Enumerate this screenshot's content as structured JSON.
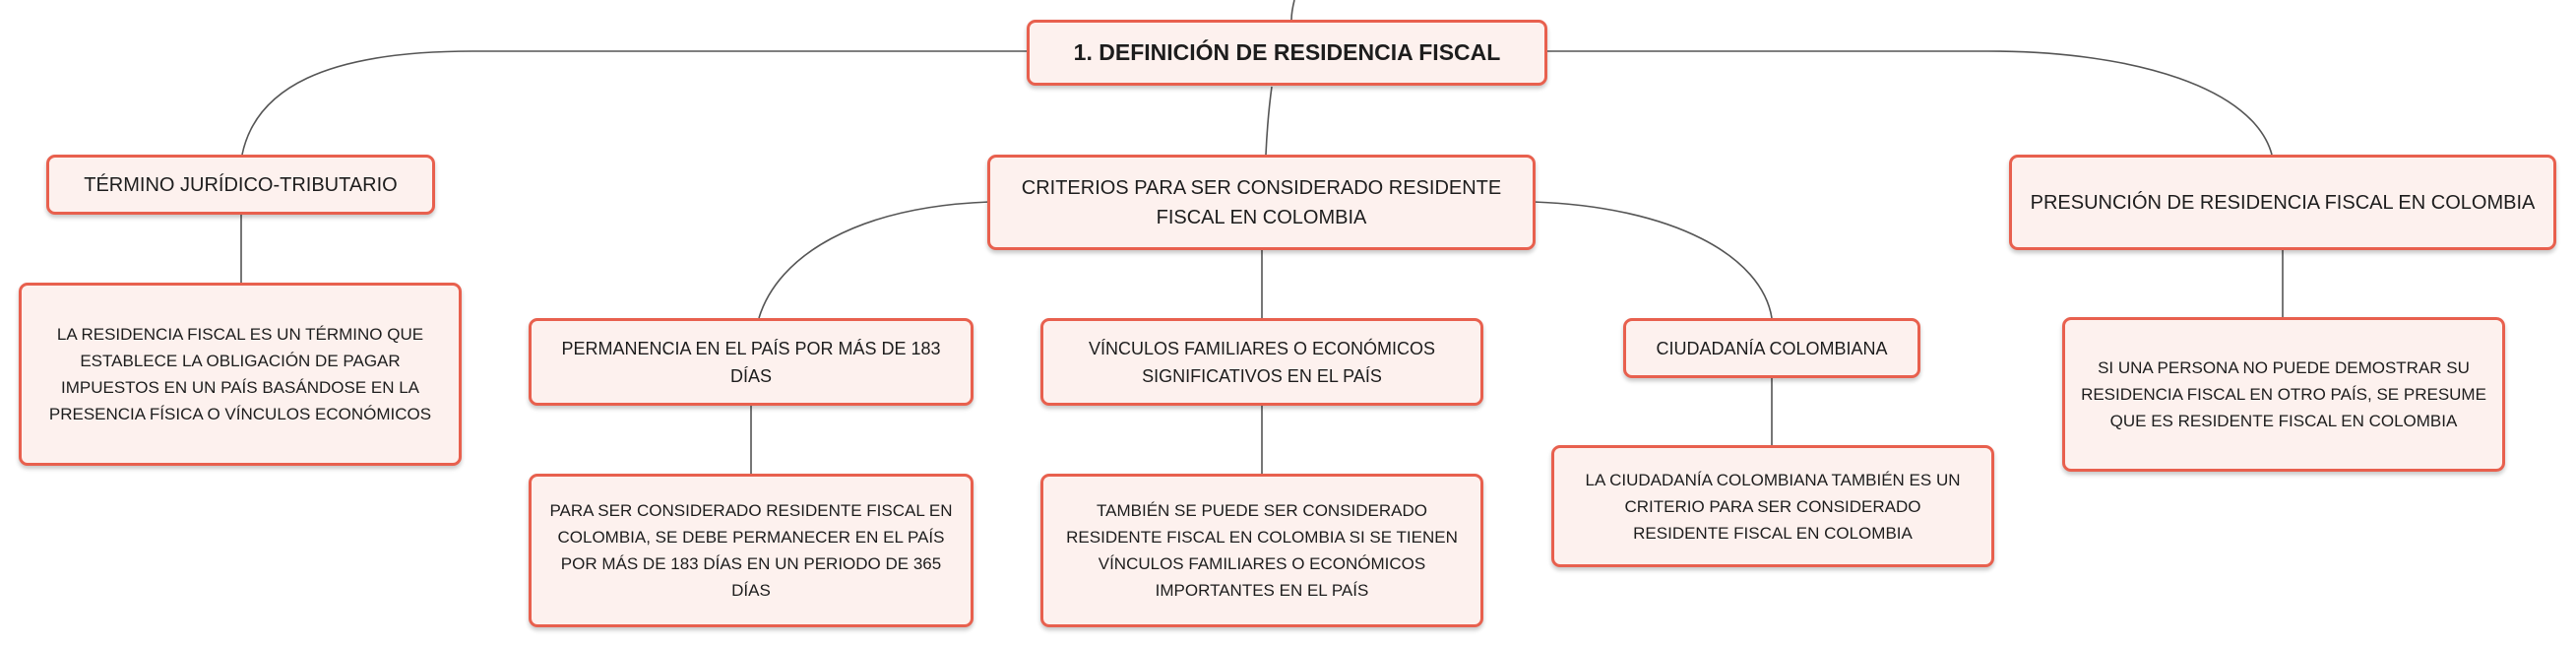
{
  "root": {
    "label": "1. DEFINICIÓN DE RESIDENCIA FISCAL"
  },
  "branches": {
    "termino": {
      "label": "TÉRMINO JURÍDICO-TRIBUTARIO",
      "detail": "LA RESIDENCIA FISCAL ES UN TÉRMINO QUE ESTABLECE LA OBLIGACIÓN DE PAGAR IMPUESTOS EN UN PAÍS BASÁNDOSE EN LA PRESENCIA FÍSICA O VÍNCULOS ECONÓMICOS"
    },
    "criterios": {
      "label": "CRITERIOS PARA SER CONSIDERADO RESIDENTE FISCAL EN COLOMBIA",
      "children": {
        "permanencia": {
          "label": "PERMANENCIA EN EL PAÍS POR MÁS DE 183 DÍAS",
          "detail": "PARA SER CONSIDERADO RESIDENTE FISCAL EN COLOMBIA, SE DEBE PERMANECER EN EL PAÍS POR MÁS DE 183 DÍAS EN UN PERIODO DE 365 DÍAS"
        },
        "vinculos": {
          "label": "VÍNCULOS FAMILIARES O ECONÓMICOS SIGNIFICATIVOS EN EL PAÍS",
          "detail": "TAMBIÉN SE PUEDE SER CONSIDERADO RESIDENTE FISCAL EN COLOMBIA SI SE TIENEN VÍNCULOS FAMILIARES O ECONÓMICOS IMPORTANTES EN EL PAÍS"
        },
        "ciudadania": {
          "label": "CIUDADANÍA COLOMBIANA",
          "detail": "LA CIUDADANÍA COLOMBIANA TAMBIÉN ES UN CRITERIO PARA SER CONSIDERADO RESIDENTE FISCAL EN COLOMBIA"
        }
      }
    },
    "presuncion": {
      "label": "PRESUNCIÓN DE RESIDENCIA FISCAL EN COLOMBIA",
      "detail": "SI UNA PERSONA NO PUEDE DEMOSTRAR SU RESIDENCIA FISCAL EN OTRO PAÍS, SE PRESUME QUE ES RESIDENTE FISCAL EN COLOMBIA"
    }
  },
  "colors": {
    "border": "#e8604e",
    "fill": "#fdf1ee",
    "line": "#555555"
  }
}
